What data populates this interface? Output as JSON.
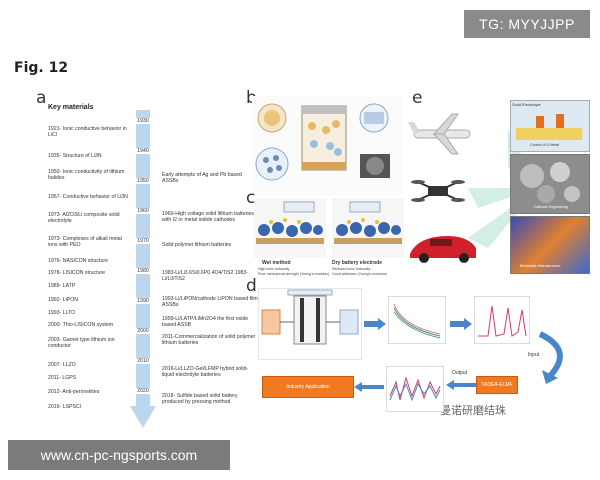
{
  "watermark_top": "TG: MYYJJPP",
  "watermark_bottom": "www.cn-pc-ngsports.com",
  "watermark_logo": "曼诺研磨结珠",
  "figure_title": "Fig. 12",
  "panels": {
    "a": "a",
    "b": "b",
    "c": "c",
    "d": "d",
    "e": "e"
  },
  "panel_a": {
    "heading": "Key materials",
    "years": [
      "1930",
      "1940",
      "1950",
      "1960",
      "1970",
      "1980",
      "1990",
      "2000",
      "2010",
      "2020"
    ],
    "left_events": [
      "1921- Ionic conductive behavior in LiCl",
      "1935- Structure of Li3N",
      "1950- Ionic conductivity of lithium halides",
      "1957- Conductive behavior of Li3N",
      "1973- Al2O3/Li composite solid electrolyte",
      "1973- Complexes of alkali metal ions with PEO",
      "1976- NASICON structure",
      "1978- LISICON structure",
      "1989- LATP",
      "1992- LiPON",
      "1993- LLTO",
      "2000- Thio-LISICON system",
      "2003- Garnet type lithium ion conductor",
      "2007- LLZO",
      "2011- LGPS",
      "2012- Anti-perovskites",
      "2016- LSPSCl"
    ],
    "right_events": [
      "Early attempts of Ag and Pb based ASSBs",
      "1969-High voltage solid lithium batteries with I2 or metal iodide cathodes",
      "Solid polymer lithium batteries",
      "1983-Li/Li3.6Si0.6P0.4O4/TiS2 1983-Li/LiI/TiS2",
      "1993-Li/LiPON/cathode LiPON based film ASSBs",
      "1999-Li/LATP/LiMn2O4 the first oxide based ASSB",
      "2011-Commercialization of solid polymer lithium batteries",
      "2016-Li/LLZO-Gel/LFMP hybrid solid-liquid electrolyte batteries",
      "2018- Sulfide based solid battery produced by pressing method"
    ]
  },
  "panel_c": {
    "left_caption": "Wet method",
    "right_caption": "Dry battery electrode",
    "left_note_1": "High ionic tortuosity",
    "left_note_2": "Poor mechanical strength (Young's modulus)",
    "right_note_1": "Reduced ionic tortuosity",
    "right_note_2": "Good adhesion (Young's modulus)"
  },
  "panel_d": {
    "box_label": "Industry Application",
    "model_label": "TADEA-ELMF",
    "input_label": "Input",
    "output_label": "Output"
  },
  "panel_e": {
    "labels": [
      "Solid Electrolyte",
      "Control of Li Metal",
      "Cathode Engineering",
      "Electrolyte Microstructure"
    ]
  },
  "colors": {
    "timeline": "#bcd6ee",
    "arrow_blue": "#4a86c8",
    "orange": "#f07a20",
    "battery": "#1e8a6a"
  }
}
